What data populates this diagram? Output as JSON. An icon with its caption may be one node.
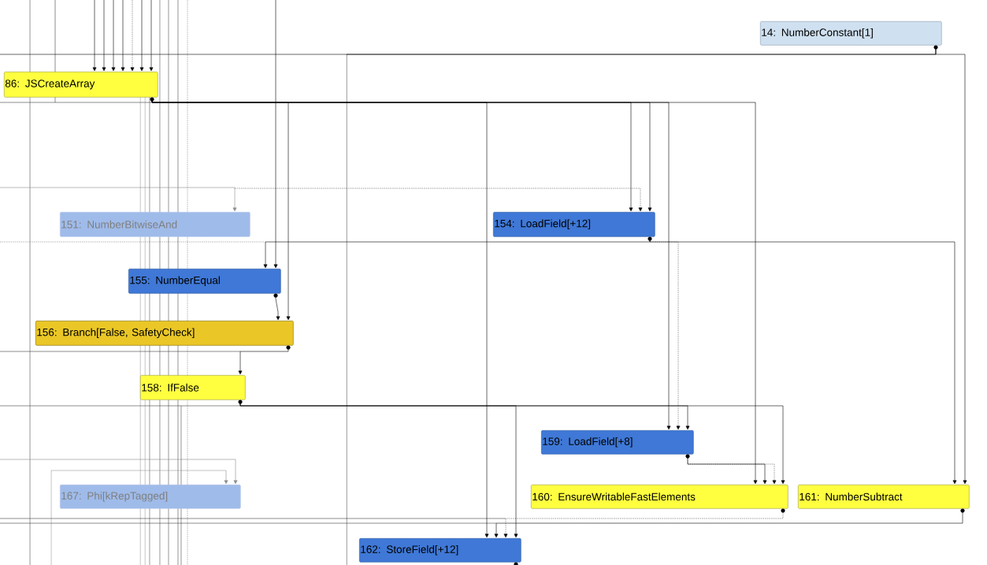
{
  "diagram": {
    "nodes": [
      {
        "text": [
          "14: NumberConstant[1]"
        ]
      },
      {
        "text": [
          "86: JSCreateArray"
        ]
      },
      {
        "text": [
          "151: NumberBitwiseAnd"
        ]
      },
      {
        "text": [
          "154: LoadField[+12]"
        ]
      },
      {
        "text": [
          "155: NumberEqual"
        ]
      },
      {
        "text": [
          "156: Branch[False, SafetyCheck]"
        ]
      },
      {
        "text": [
          "158: IfFalse"
        ]
      },
      {
        "text": [
          "159: LoadField[+8]"
        ]
      },
      {
        "text": [
          "160: EnsureWritableFastElements"
        ]
      },
      {
        "text": [
          "161: NumberSubtract"
        ]
      },
      {
        "text": [
          "167: Phi[kRepTagged]"
        ]
      },
      {
        "text": [
          "162: StoreField[+12]"
        ]
      }
    ],
    "edges": [
      {
        "from": null,
        "to": 1,
        "arrow": "to"
      },
      {
        "from": null,
        "to": 1,
        "arrow": "to"
      },
      {
        "from": null,
        "to": 1,
        "arrow": "to"
      },
      {
        "from": null,
        "to": 1,
        "arrow": "to"
      },
      {
        "from": null,
        "to": 1,
        "arrow": "to",
        "style": "dashed"
      },
      {
        "from": null,
        "to": 1,
        "arrow": "to"
      },
      {
        "from": null,
        "to": 1,
        "arrow": "to"
      },
      {
        "from": 0,
        "to": 9,
        "arrow": "to"
      },
      {
        "from": 3,
        "to": 9,
        "arrow": "to"
      },
      {
        "from": 3,
        "to": 4,
        "arrow": "to"
      },
      {
        "from": null,
        "to": 4,
        "arrow": "to"
      },
      {
        "from": 4,
        "to": 5,
        "arrow": "to"
      },
      {
        "from": 1,
        "to": 5,
        "arrow": "to"
      },
      {
        "from": 1,
        "to": 3,
        "arrow": "to"
      },
      {
        "from": 1,
        "to": 3,
        "arrow": "to"
      },
      {
        "from": null,
        "to": 2,
        "arrow": "to",
        "color": "#8c8c8c"
      },
      {
        "from": null,
        "to": 3,
        "arrow": "to",
        "style": "dashed"
      },
      {
        "from": 1,
        "to": 7,
        "arrow": "to"
      },
      {
        "from": 3,
        "to": 7,
        "arrow": "to",
        "style": "dashed"
      },
      {
        "from": 5,
        "to": 6,
        "arrow": "to"
      },
      {
        "from": 6,
        "to": 7,
        "arrow": "to"
      },
      {
        "from": 6,
        "to": 8,
        "arrow": "to"
      },
      {
        "from": 6,
        "to": 11,
        "arrow": "to"
      },
      {
        "from": 1,
        "to": 8,
        "arrow": "to"
      },
      {
        "from": 7,
        "to": 8,
        "arrow": "to"
      },
      {
        "from": 7,
        "to": 8,
        "arrow": "to",
        "style": "dashed"
      },
      {
        "from": 1,
        "to": 11,
        "arrow": "to"
      },
      {
        "from": 9,
        "to": 11,
        "arrow": "to"
      },
      {
        "from": 8,
        "to": 11,
        "arrow": "to",
        "style": "dashed"
      },
      {
        "from": null,
        "to": 10,
        "arrow": "to",
        "color": "#8c8c8c"
      },
      {
        "from": null,
        "to": 10,
        "arrow": "to",
        "color": "#8c8c8c"
      },
      {
        "from": 0,
        "to": null,
        "arrow": "none"
      },
      {
        "from": 0,
        "to": null,
        "arrow": "none"
      }
    ]
  }
}
